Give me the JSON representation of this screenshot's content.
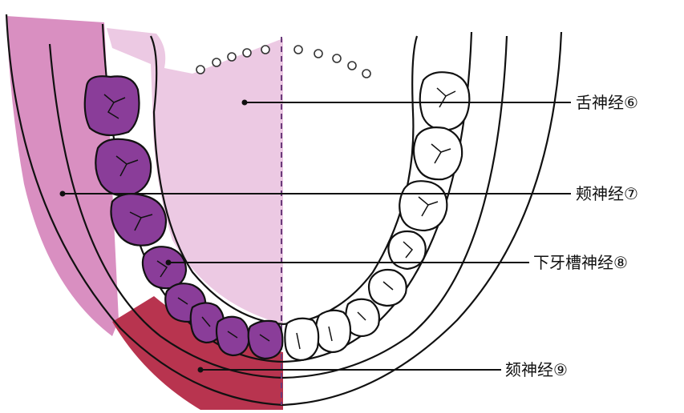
{
  "labels": {
    "lingual": "舌神经⑥",
    "buccal": "颊神经⑦",
    "inferior_alveolar": "下牙槽神经⑧",
    "mental": "颏神经⑨"
  },
  "colors": {
    "outer_region": "#d98fc1",
    "inner_region": "#ecc9e3",
    "mental_region": "#b8344f",
    "tooth_fill": "#8a3d99",
    "line": "#111111",
    "midline": "#6a3a7a"
  }
}
